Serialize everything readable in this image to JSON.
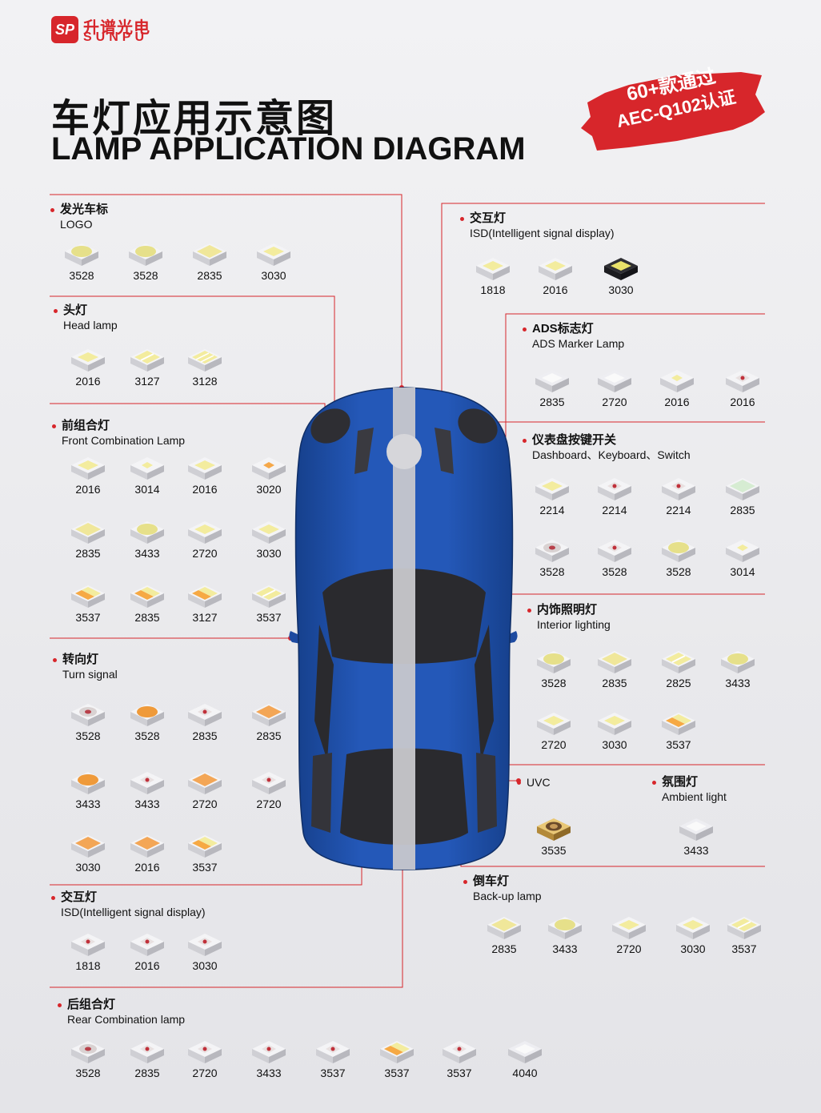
{
  "brand": {
    "mark": "SP",
    "name_cn": "升谱光电",
    "name_en": "SUNPU"
  },
  "title": {
    "cn": "车灯应用示意图",
    "en": "LAMP APPLICATION DIAGRAM"
  },
  "badge": {
    "line1": "60+款通过",
    "line2": "AEC-Q102认证"
  },
  "colors": {
    "accent": "#d7262b",
    "car_body": "#1f4fa8",
    "stripe": "#c8c8cc",
    "glass": "#2a2a2e"
  },
  "sections": [
    {
      "id": "logo",
      "cn": "发光车标",
      "en": "LOGO",
      "chips": [
        {
          "label": "3528",
          "style": "round"
        },
        {
          "label": "3528",
          "style": "round"
        },
        {
          "label": "2835",
          "style": "rect"
        },
        {
          "label": "3030",
          "style": "square"
        }
      ]
    },
    {
      "id": "head",
      "cn": "头灯",
      "en": "Head lamp",
      "chips": [
        {
          "label": "2016",
          "style": "square"
        },
        {
          "label": "3127",
          "style": "dual"
        },
        {
          "label": "3128",
          "style": "triple"
        }
      ]
    },
    {
      "id": "front",
      "cn": "前组合灯",
      "en": "Front Combination Lamp",
      "chips": [
        {
          "label": "2016",
          "style": "square"
        },
        {
          "label": "3014",
          "style": "small"
        },
        {
          "label": "2016",
          "style": "square"
        },
        {
          "label": "3020",
          "style": "amber-small"
        },
        {
          "label": "2835",
          "style": "rect"
        },
        {
          "label": "3433",
          "style": "round"
        },
        {
          "label": "2720",
          "style": "square"
        },
        {
          "label": "3030",
          "style": "square"
        },
        {
          "label": "3537",
          "style": "amber-dual"
        },
        {
          "label": "2835",
          "style": "amber-dual"
        },
        {
          "label": "3127",
          "style": "amber-dual"
        },
        {
          "label": "3537",
          "style": "dual"
        }
      ]
    },
    {
      "id": "turn",
      "cn": "转向灯",
      "en": "Turn signal",
      "chips": [
        {
          "label": "3528",
          "style": "red-round"
        },
        {
          "label": "3528",
          "style": "orange-round"
        },
        {
          "label": "2835",
          "style": "red-small"
        },
        {
          "label": "2835",
          "style": "orange-rect"
        },
        {
          "label": "3433",
          "style": "orange-round"
        },
        {
          "label": "3433",
          "style": "red-small"
        },
        {
          "label": "2720",
          "style": "orange-rect"
        },
        {
          "label": "2720",
          "style": "red-small"
        },
        {
          "label": "3030",
          "style": "orange-rect"
        },
        {
          "label": "2016",
          "style": "orange-rect"
        },
        {
          "label": "3537",
          "style": "amber-dual"
        }
      ]
    },
    {
      "id": "isd-left",
      "cn": "交互灯",
      "en": "ISD(Intelligent signal display)",
      "chips": [
        {
          "label": "1818",
          "style": "red-small"
        },
        {
          "label": "2016",
          "style": "red-small"
        },
        {
          "label": "3030",
          "style": "red-small"
        }
      ]
    },
    {
      "id": "rear",
      "cn": "后组合灯",
      "en": "Rear Combination lamp",
      "chips": [
        {
          "label": "3528",
          "style": "red-round"
        },
        {
          "label": "2835",
          "style": "red-small"
        },
        {
          "label": "2720",
          "style": "red-small"
        },
        {
          "label": "3433",
          "style": "red-small"
        },
        {
          "label": "3537",
          "style": "red-small"
        },
        {
          "label": "3537",
          "style": "amber-dual"
        },
        {
          "label": "3537",
          "style": "red-small"
        },
        {
          "label": "4040",
          "style": "cube"
        }
      ]
    },
    {
      "id": "isd-right",
      "cn": "交互灯",
      "en": "ISD(Intelligent signal display)",
      "chips": [
        {
          "label": "1818",
          "style": "square"
        },
        {
          "label": "2016",
          "style": "square"
        },
        {
          "label": "3030",
          "style": "dark-square"
        }
      ]
    },
    {
      "id": "ads",
      "cn": "ADS标志灯",
      "en": "ADS Marker Lamp",
      "chips": [
        {
          "label": "2835",
          "style": "cube"
        },
        {
          "label": "2720",
          "style": "cube"
        },
        {
          "label": "2016",
          "style": "small"
        },
        {
          "label": "2016",
          "style": "red-small"
        }
      ]
    },
    {
      "id": "dash",
      "cn": "仪表盘按键开关",
      "en": "Dashboard、Keyboard、Switch",
      "chips": [
        {
          "label": "2214",
          "style": "square"
        },
        {
          "label": "2214",
          "style": "red-small"
        },
        {
          "label": "2214",
          "style": "red-small"
        },
        {
          "label": "2835",
          "style": "green-rect"
        },
        {
          "label": "3528",
          "style": "red-round"
        },
        {
          "label": "3528",
          "style": "red-small"
        },
        {
          "label": "3528",
          "style": "round"
        },
        {
          "label": "3014",
          "style": "small"
        }
      ]
    },
    {
      "id": "interior",
      "cn": "内饰照明灯",
      "en": "Interior lighting",
      "chips": [
        {
          "label": "3528",
          "style": "round"
        },
        {
          "label": "2835",
          "style": "rect"
        },
        {
          "label": "2825",
          "style": "dual"
        },
        {
          "label": "3433",
          "style": "round"
        },
        {
          "label": "2720",
          "style": "square"
        },
        {
          "label": "3030",
          "style": "square"
        },
        {
          "label": "3537",
          "style": "amber-dual"
        }
      ]
    },
    {
      "id": "uvc",
      "cn": "",
      "en": "UVC",
      "chips": [
        {
          "label": "3535",
          "style": "uvc"
        }
      ]
    },
    {
      "id": "ambient",
      "cn": "氛围灯",
      "en": "Ambient light",
      "chips": [
        {
          "label": "3433",
          "style": "cube"
        }
      ]
    },
    {
      "id": "backup",
      "cn": "倒车灯",
      "en": "Back-up lamp",
      "chips": [
        {
          "label": "2835",
          "style": "rect"
        },
        {
          "label": "3433",
          "style": "round"
        },
        {
          "label": "2720",
          "style": "square"
        },
        {
          "label": "3030",
          "style": "square"
        },
        {
          "label": "3537",
          "style": "dual"
        }
      ]
    }
  ]
}
